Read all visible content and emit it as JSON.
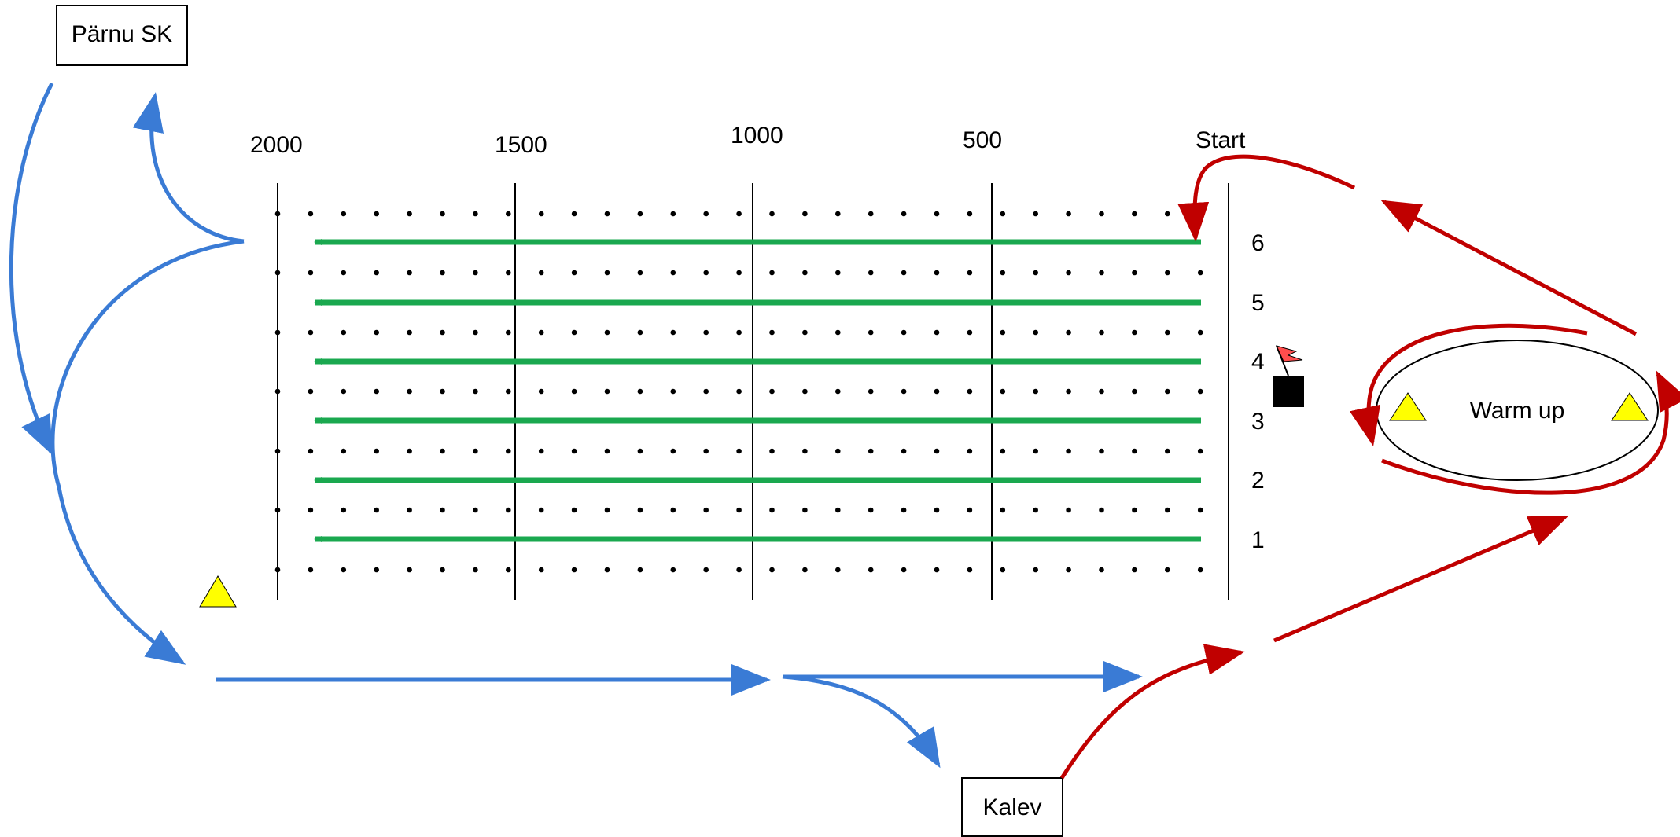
{
  "clubs": {
    "top_left": "Pärnu SK",
    "bottom": "Kalev"
  },
  "distances": [
    "2000",
    "1500",
    "1000",
    "500",
    "Start"
  ],
  "lanes": [
    "6",
    "5",
    "4",
    "3",
    "2",
    "1"
  ],
  "warmup": {
    "label": "Warm up"
  },
  "colors": {
    "lane_arrow": "#1aa84f",
    "parnu_route": "#3a7bd5",
    "kalev_route": "#c00000",
    "buoy_marker": "#ffff00",
    "start_flag": "#ff4d4d"
  },
  "icons": {
    "buoy": "yellow-triangle-icon",
    "start_pontoon": "black-square-icon",
    "start_flag": "red-flag-icon"
  }
}
